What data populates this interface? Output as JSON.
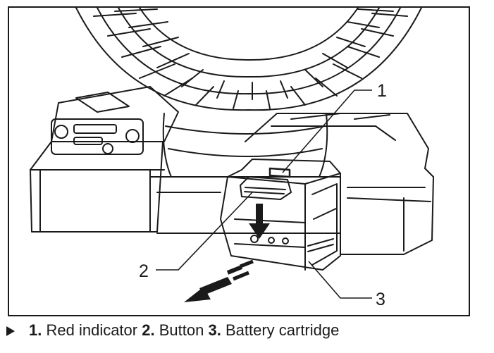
{
  "diagram": {
    "callouts": [
      {
        "number": "1"
      },
      {
        "number": "2"
      },
      {
        "number": "3"
      }
    ]
  },
  "caption": {
    "items": [
      {
        "number": "1.",
        "label": "Red indicator"
      },
      {
        "number": "2.",
        "label": "Button"
      },
      {
        "number": "3.",
        "label": "Battery cartridge"
      }
    ]
  },
  "icons": {
    "caption_marker": "right-triangle-icon"
  },
  "colors": {
    "line": "#1a1a1a",
    "background": "#ffffff"
  }
}
